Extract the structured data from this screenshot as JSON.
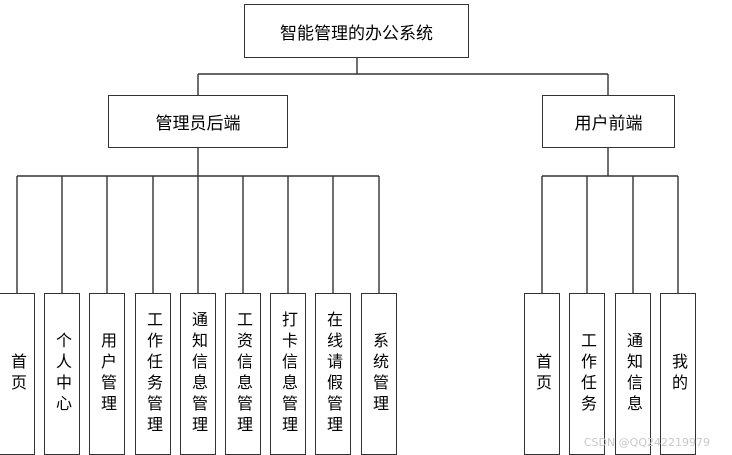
{
  "diagram": {
    "root": "智能管理的办公系统",
    "branches": [
      {
        "label": "管理员后端",
        "children": [
          "首页",
          "个人中心",
          "用户管理",
          "工作任务管理",
          "通知信息管理",
          "工资信息管理",
          "打卡信息管理",
          "在线请假管理",
          "系统管理"
        ]
      },
      {
        "label": "用户前端",
        "children": [
          "首页",
          "工作任务",
          "通知信息",
          "我的"
        ]
      }
    ]
  },
  "watermark": "CSDN @QQ242219979"
}
